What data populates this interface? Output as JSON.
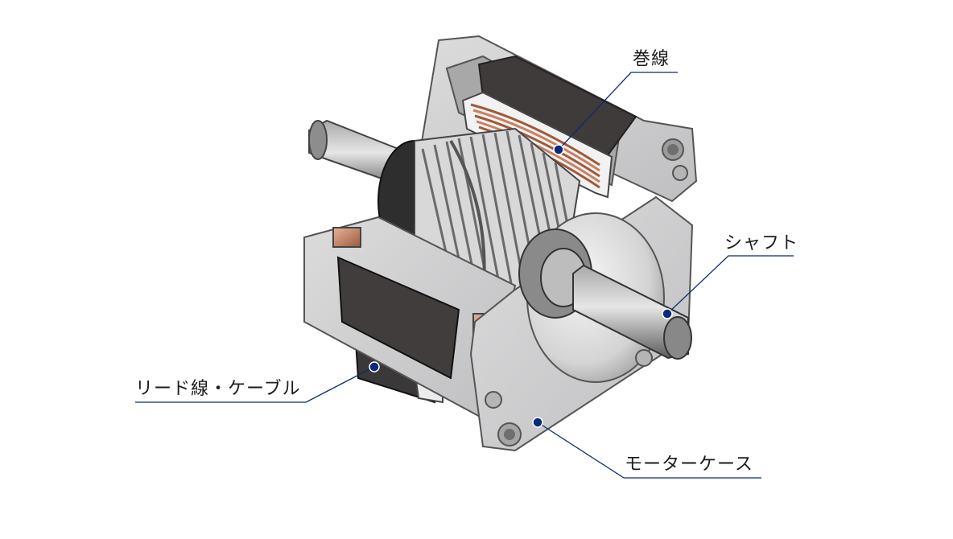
{
  "labels": {
    "winding": "巻線",
    "shaft": "シャフト",
    "lead_wire": "リード線・ケーブル",
    "motor_case": "モーターケース"
  },
  "colors": {
    "leader_line": "#0d2a6e",
    "marker": "#0b2a7a",
    "case": "#c9c9cb",
    "winding": "#b87755"
  }
}
